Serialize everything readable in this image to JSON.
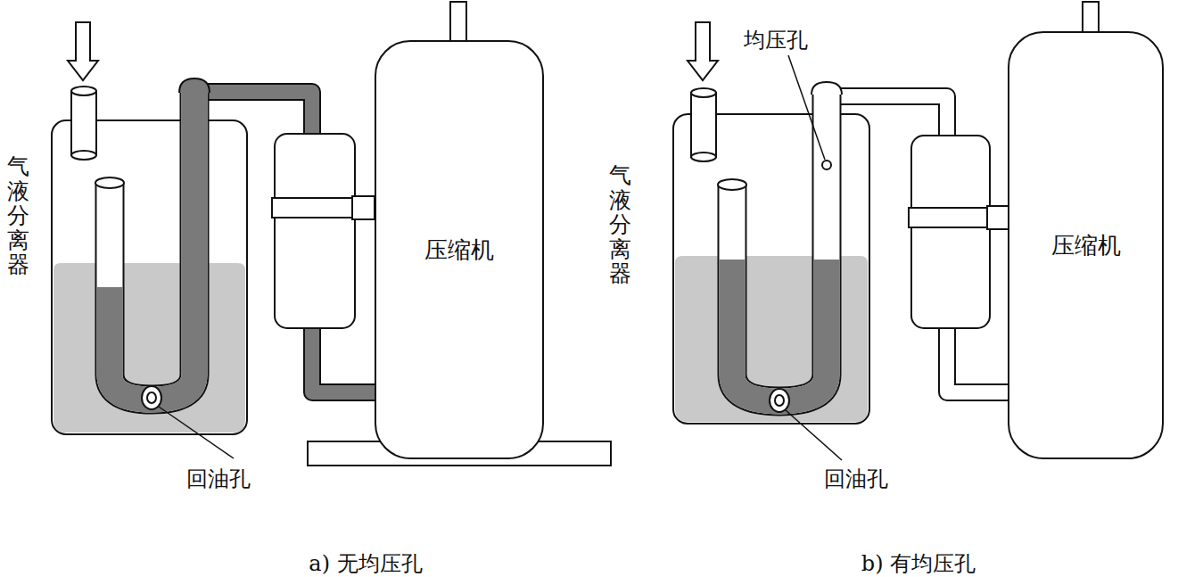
{
  "diagram": {
    "nodes": [
      {
        "text": [
          "气液分离器"
        ]
      },
      {
        "text": [
          "压缩机"
        ]
      },
      {
        "text": [
          "气液分离器"
        ]
      },
      {
        "text": [
          "压缩机"
        ]
      }
    ],
    "edges": [
      {
        "from": 0,
        "to": 1,
        "arrow": "none"
      },
      {
        "from": 2,
        "to": 3,
        "arrow": "none"
      }
    ],
    "labels": [
      "回油孔",
      "均压孔",
      "回油孔",
      "a) 无均压孔",
      "b) 有均压孔"
    ]
  }
}
